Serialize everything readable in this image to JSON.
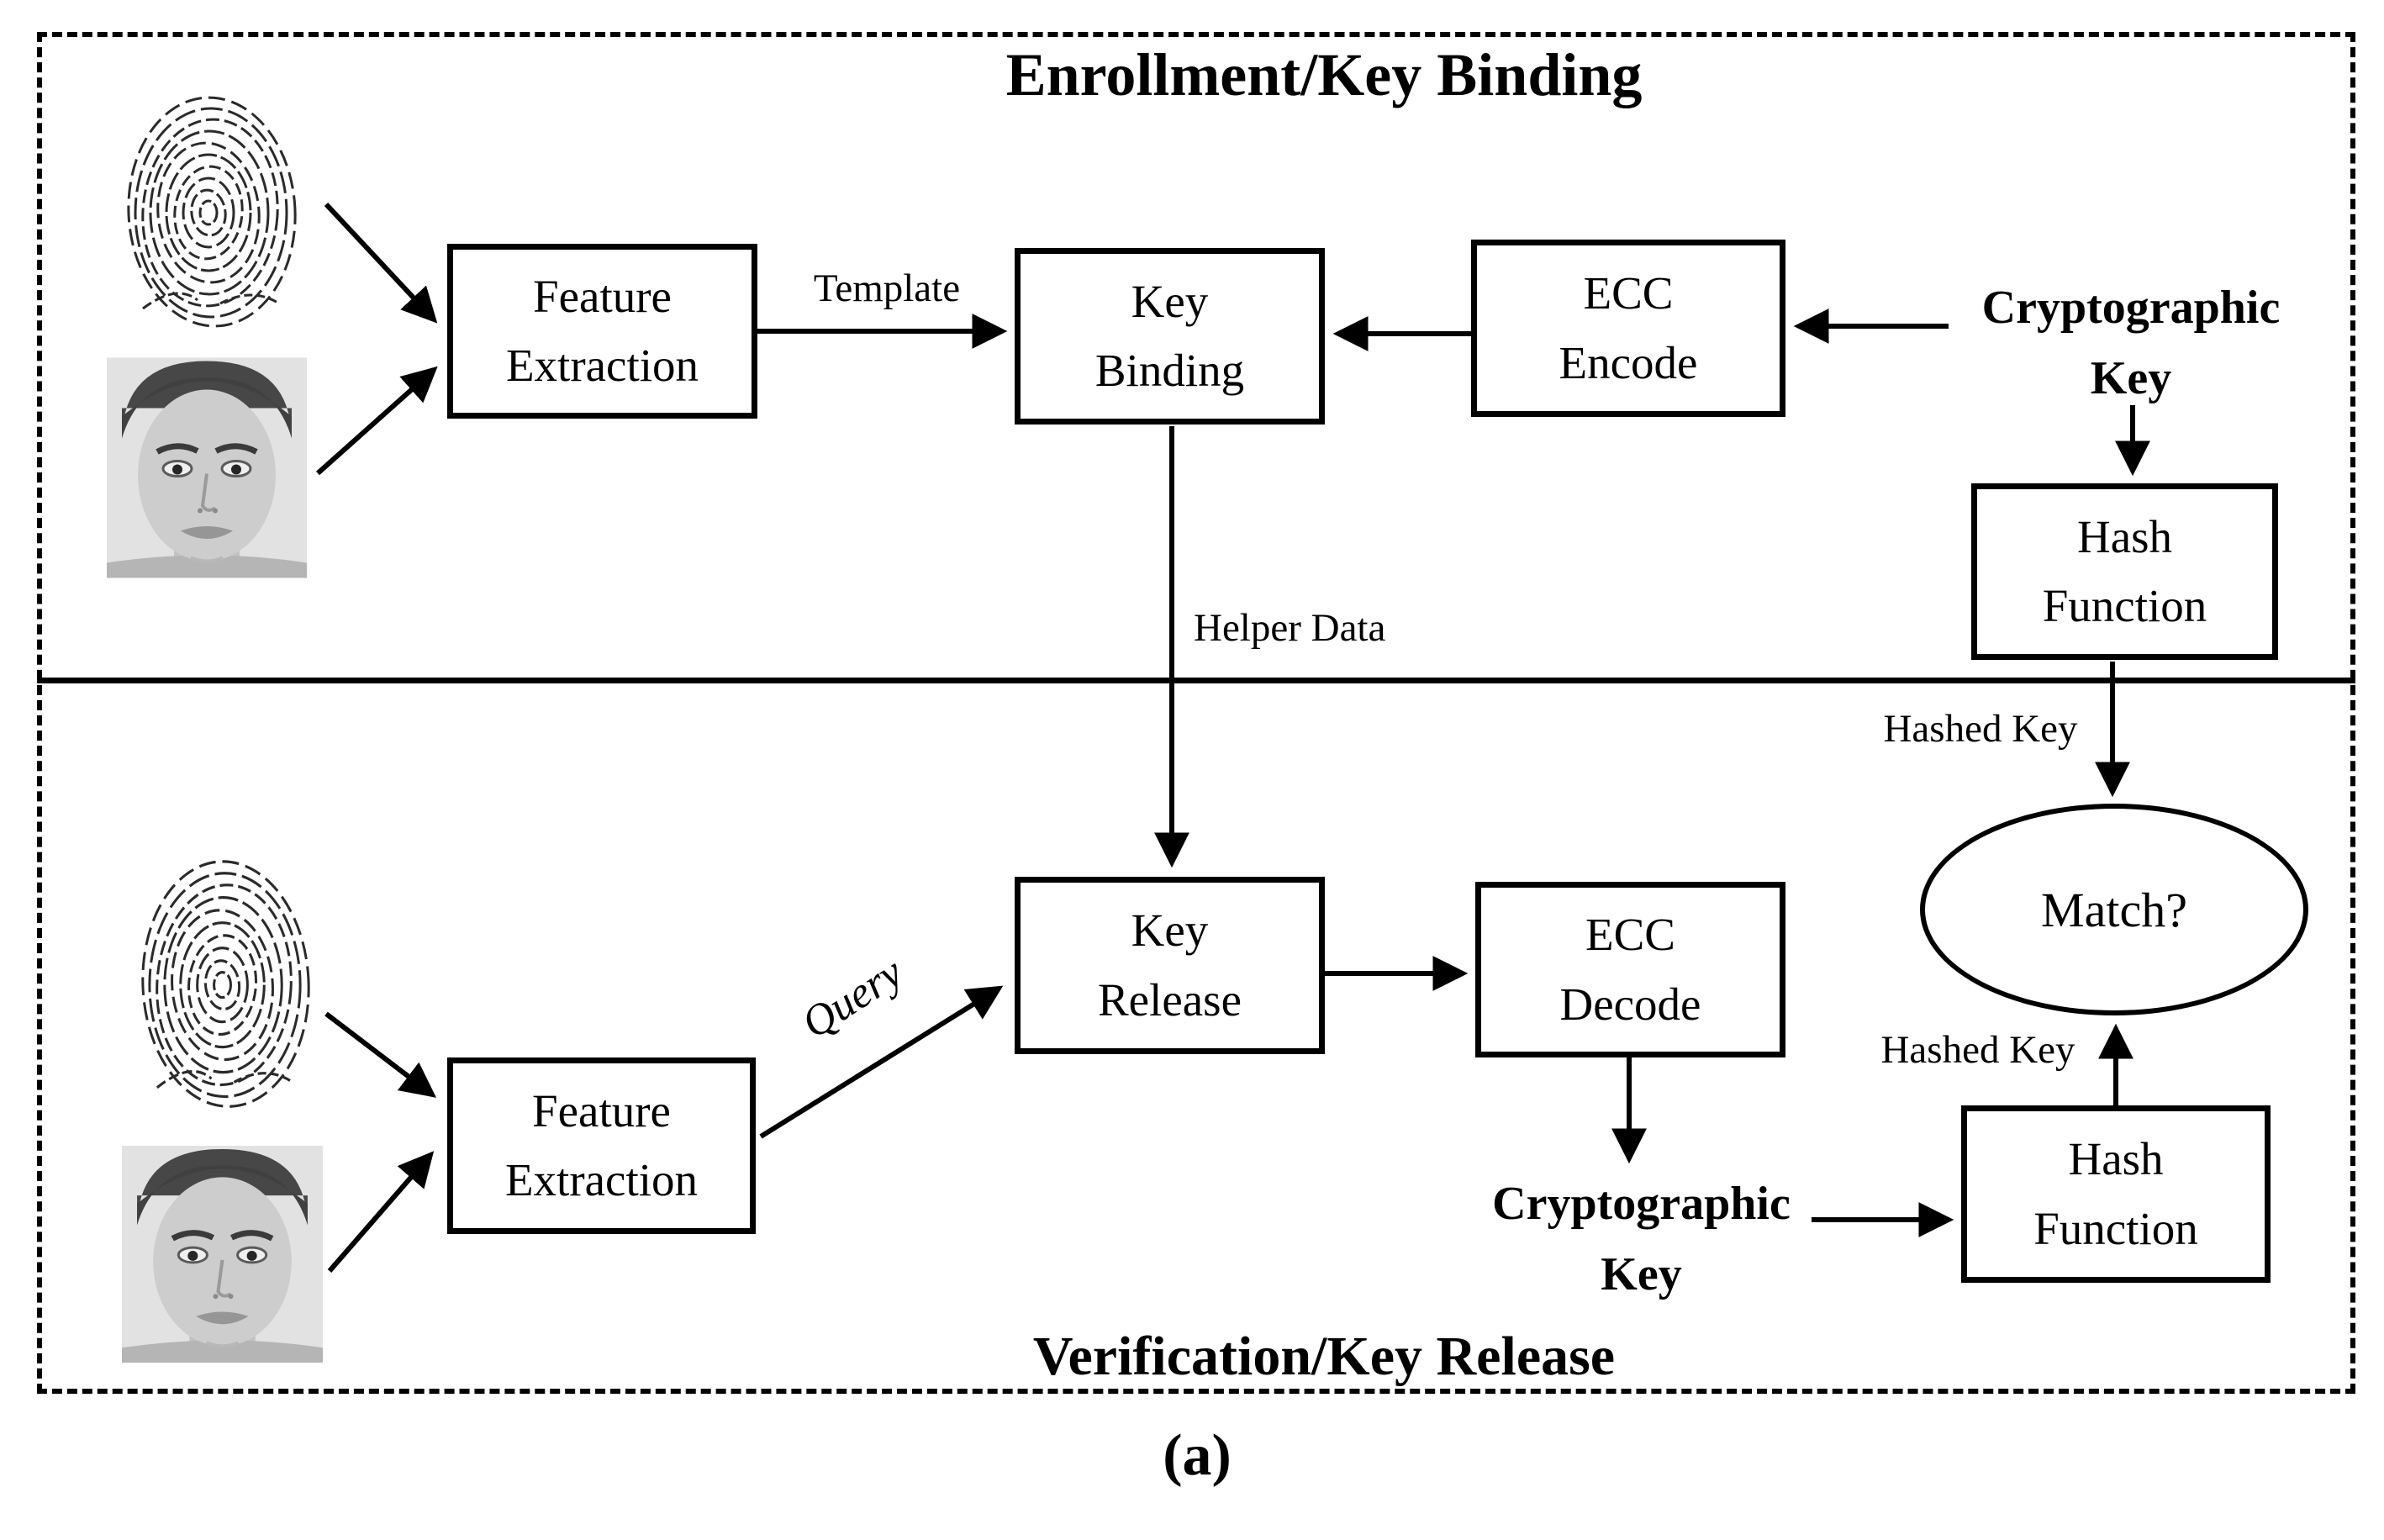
{
  "figure": {
    "caption": "(a)"
  },
  "enrollment": {
    "title": "Enrollment/Key Binding",
    "nodes": {
      "feature_extraction": "Feature Extraction",
      "key_binding": "Key Binding",
      "ecc_encode": "ECC Encode",
      "hash_function": "Hash Function"
    },
    "labels": {
      "template": "Template",
      "cryptographic_key": "Cryptographic Key",
      "helper_data": "Helper Data"
    }
  },
  "verification": {
    "title": "Verification/Key Release",
    "nodes": {
      "feature_extraction": "Feature Extraction",
      "key_release": "Key Release",
      "ecc_decode": "ECC Decode",
      "hash_function": "Hash Function",
      "match": "Match?"
    },
    "labels": {
      "query": "Query",
      "cryptographic_key": "Cryptographic Key",
      "hashed_key_top": "Hashed Key",
      "hashed_key_bottom": "Hashed Key"
    }
  },
  "colors": {
    "ink": "#000000",
    "paper": "#ffffff"
  }
}
